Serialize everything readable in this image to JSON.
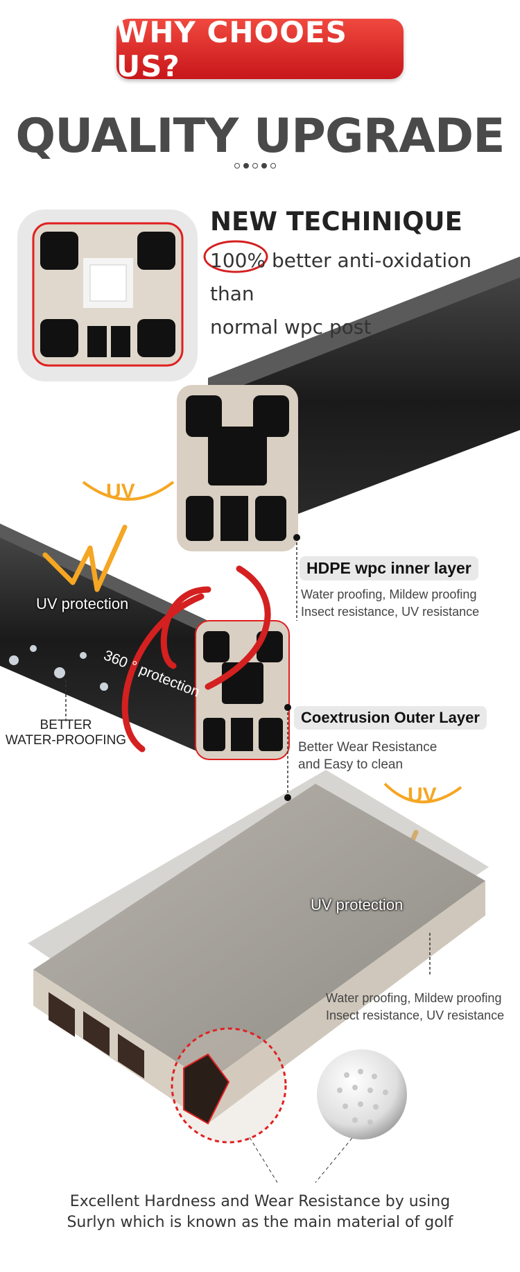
{
  "header": {
    "banner": "WHY CHOOES US?",
    "title": "QUALITY UPGRADE"
  },
  "technique": {
    "heading": "NEW TECHINIQUE",
    "line1": "100% better anti-oxidation than",
    "line2": "normal wpc post"
  },
  "post": {
    "uv_badge": "UV",
    "uv_label": "UV protection",
    "rotation_label": "360 ° protection",
    "water_line1": "BETTER",
    "water_line2": "WATER-PROOFING"
  },
  "inner_layer": {
    "title": "HDPE wpc inner layer",
    "line1": "Water proofing,  Mildew proofing",
    "line2": "Insect resistance, UV resistance"
  },
  "outer_layer": {
    "title": "Coextrusion Outer Layer",
    "line1": "Better Wear Resistance",
    "line2": "and Easy to clean"
  },
  "board": {
    "uv_badge": "UV",
    "uv_label": "UV protection",
    "line1": "Water proofing,  Mildew proofing",
    "line2": "Insect resistance, UV resistance"
  },
  "footer": {
    "line1": "Excellent Hardness and Wear Resistance by using",
    "line2": "Surlyn which is known as the main material of golf"
  },
  "colors": {
    "accent_red": "#d42020",
    "uv_orange": "#f5a623",
    "text_dark": "#4a4a4a"
  }
}
